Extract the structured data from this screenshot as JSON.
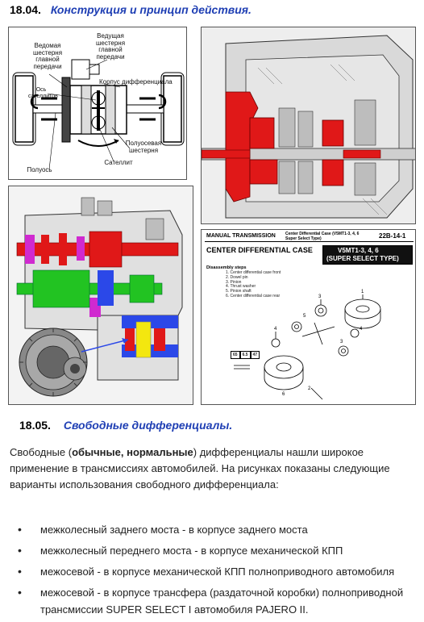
{
  "section1": {
    "number": "18.04.",
    "title": "Конструкция и принцип действия."
  },
  "diagram1": {
    "labels": {
      "driven_gear": "Ведомая шестерня главной передачи",
      "drive_gear": "Ведущая шестерня главной передачи",
      "axle_satellites": "Ось сателлитов",
      "diff_case": "Корпус дифференциала",
      "side_gear": "Полуосевая шестерня",
      "half_shaft": "Полуось",
      "satellite": "Сателлит"
    }
  },
  "manual": {
    "header_left": "MANUAL TRANSMISSION",
    "header_mid": "Center Differential Case (V5MT1-3, 4, 6 Super Select Type)",
    "page_code": "22B-14-1",
    "section_title": "CENTER DIFFERENTIAL CASE",
    "model_line1": "V5MT1-3, 4, 6",
    "model_line2": "(SUPER SELECT TYPE)",
    "steps_title": "Disassembly steps",
    "steps": [
      "1. Center differential case front",
      "2. Dowel pin",
      "3. Pinion",
      "4. Thrust washer",
      "5. Pinion shaft",
      "6. Center differential case rear"
    ],
    "torque_box": [
      "65",
      "6.5",
      "47"
    ]
  },
  "section2": {
    "number": "18.05.",
    "title": "Свободные дифференциалы."
  },
  "paragraph": {
    "before": "Свободные (",
    "bold": "обычные, нормальные",
    "after": ") дифференциалы нашли широкое применение в трансмиссиях автомобилей. На рисунках показаны следующие варианты использования свободного дифференциала:"
  },
  "bullets": [
    "межколесный заднего моста - в корпусе заднего моста",
    "межколесный переднего моста - в корпусе механической КПП",
    "межосевой - в корпусе механической КПП полноприводного автомобиля",
    "межосевой - в корпусе трансфера (раздаточной коробки) полноприводной трансмиссии SUPER SELECT I автомобиля PAJERO II."
  ],
  "colors": {
    "title_blue": "#1f3fb4",
    "red": "#e01818",
    "green": "#22c322",
    "yellow": "#f3e70f",
    "blue": "#2b48e8",
    "magenta": "#d02ad0"
  }
}
